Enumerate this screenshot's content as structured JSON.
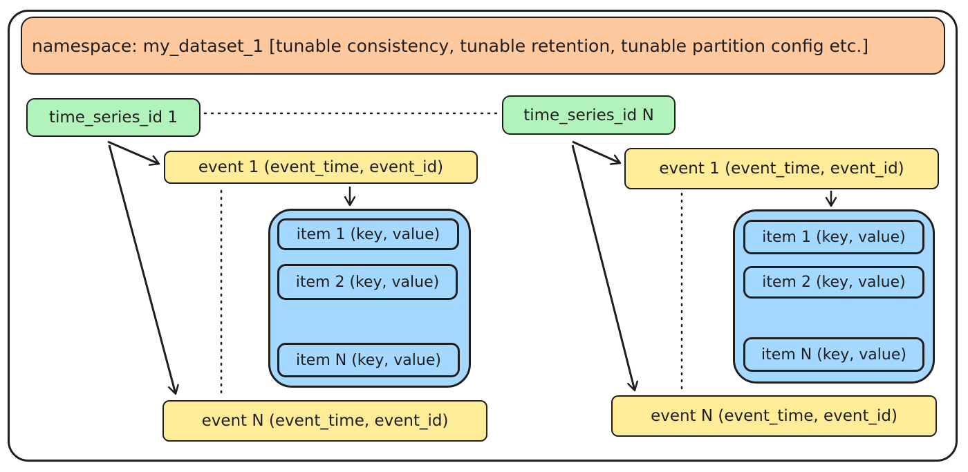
{
  "namespace": {
    "label": "namespace: my_dataset_1 [tunable consistency, tunable retention, tunable partition config etc.]"
  },
  "left": {
    "time_series": "time_series_id 1",
    "event_first": "event 1 (event_time, event_id)",
    "event_last": "event N (event_time, event_id)",
    "items": [
      "item 1 (key, value)",
      "item 2 (key, value)",
      "item N (key, value)"
    ]
  },
  "right": {
    "time_series": "time_series_id N",
    "event_first": "event 1 (event_time, event_id)",
    "event_last": "event N (event_time, event_id)",
    "items": [
      "item 1 (key, value)",
      "item 2 (key, value)",
      "item N (key, value)"
    ]
  },
  "colors": {
    "namespace_fill": "#ffc9a0",
    "time_series_fill": "#b2f2bb",
    "event_fill": "#ffec99",
    "item_group_fill": "#a5d8ff",
    "stroke": "#1e1e1e"
  }
}
